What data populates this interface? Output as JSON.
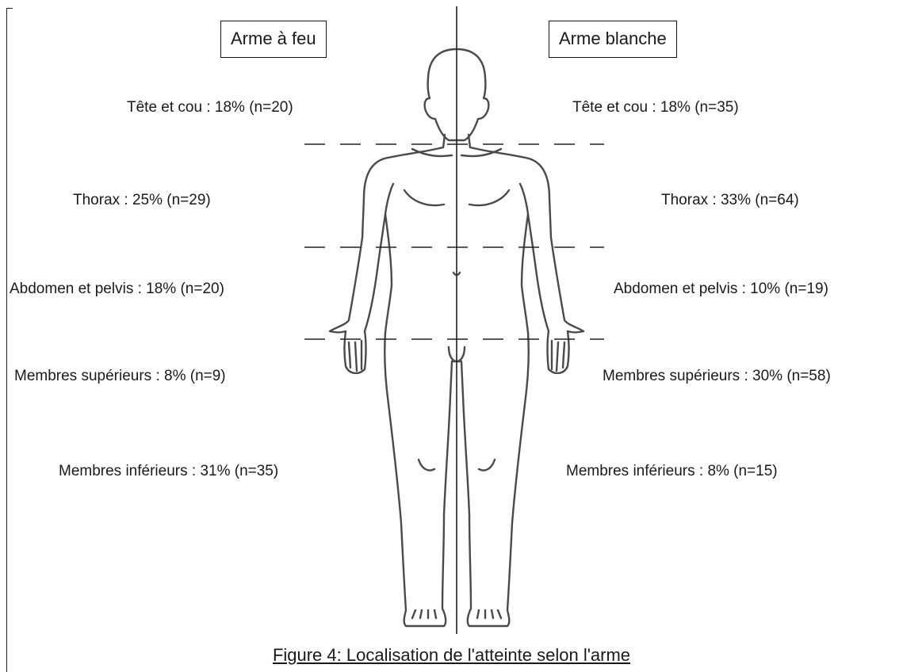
{
  "headers": {
    "left": "Arme à feu",
    "right": "Arme blanche"
  },
  "regions": [
    {
      "id": "head-neck",
      "left": "Tête et cou : 18% (n=20)",
      "right": "Tête et cou : 18% (n=35)"
    },
    {
      "id": "thorax",
      "left": "Thorax : 25% (n=29)",
      "right": "Thorax : 33% (n=64)"
    },
    {
      "id": "abdomen-pelvis",
      "left": "Abdomen et pelvis : 18% (n=20)",
      "right": "Abdomen et pelvis : 10% (n=19)"
    },
    {
      "id": "upper-limbs",
      "left": "Membres supérieurs : 8% (n=9)",
      "right": "Membres supérieurs : 30% (n=58)"
    },
    {
      "id": "lower-limbs",
      "left": "Membres inférieurs : 31% (n=35)",
      "right": "Membres inférieurs : 8% (n=15)"
    }
  ],
  "caption": "Figure 4: Localisation de l'atteinte selon l'arme",
  "colors": {
    "outline": "#4a4a4a",
    "text": "#1a1a1a",
    "divider": "#222222"
  }
}
